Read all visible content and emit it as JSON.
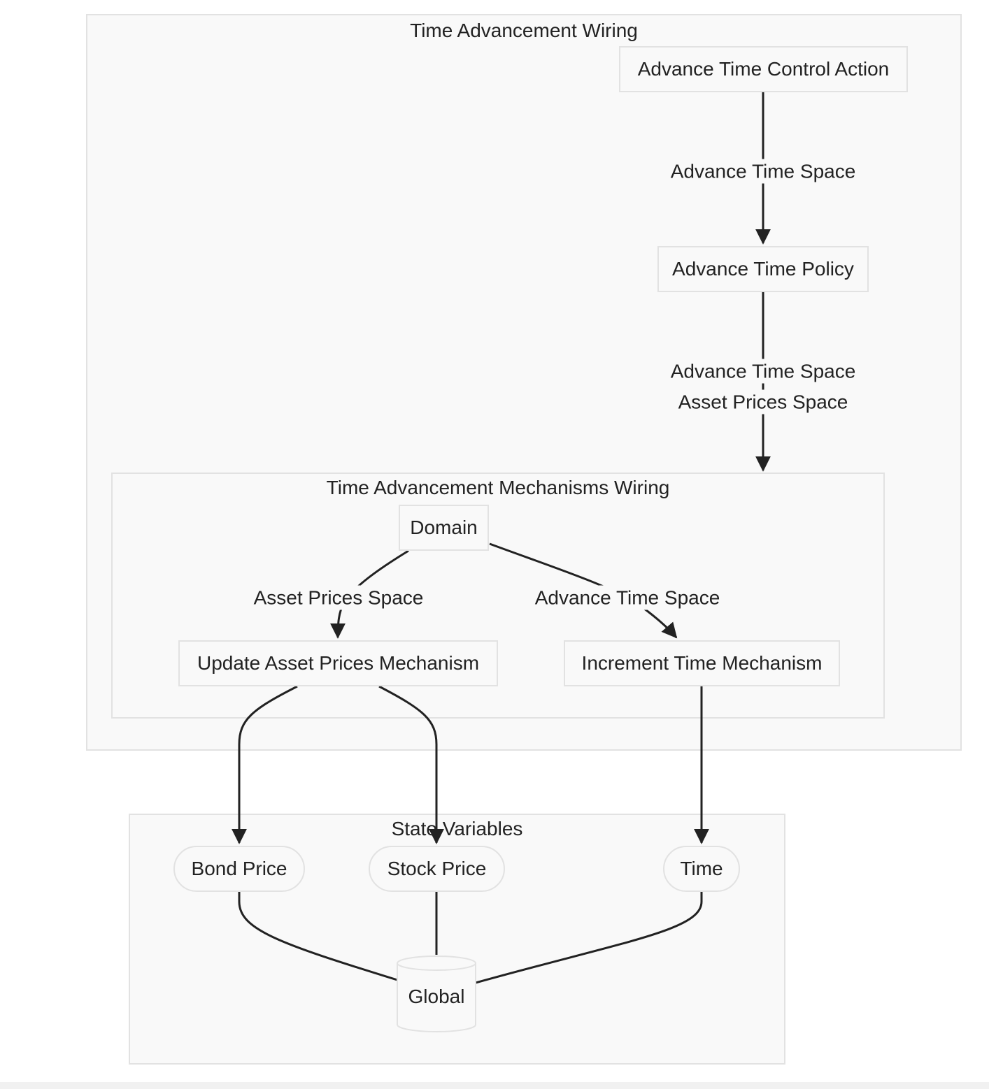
{
  "clusters": {
    "wiring": {
      "title": "Time Advancement Wiring"
    },
    "mechanisms": {
      "title": "Time Advancement Mechanisms Wiring"
    },
    "state": {
      "title": "State Variables"
    }
  },
  "nodes": {
    "control_action": "Advance Time Control Action",
    "policy": "Advance Time Policy",
    "domain": "Domain",
    "update_asset_prices": "Update Asset Prices Mechanism",
    "increment_time": "Increment Time Mechanism",
    "bond_price": "Bond Price",
    "stock_price": "Stock Price",
    "time": "Time",
    "global": "Global"
  },
  "edge_labels": {
    "control_to_policy": "Advance Time Space",
    "policy_to_mechanisms_line1": "Advance Time Space",
    "policy_to_mechanisms_line2": "Asset Prices Space",
    "domain_to_update": "Asset Prices Space",
    "domain_to_increment": "Advance Time Space"
  }
}
